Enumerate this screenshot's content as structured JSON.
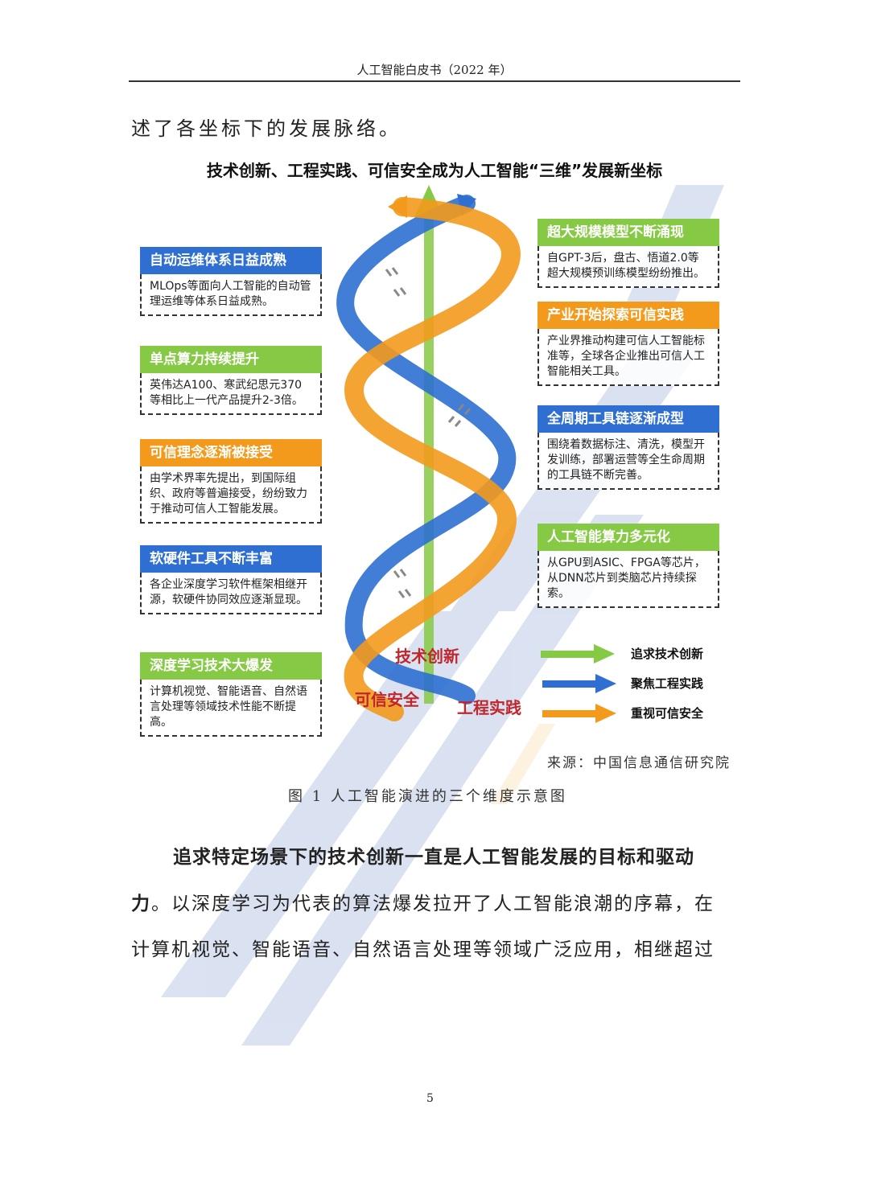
{
  "page": {
    "header_title": "人工智能白皮书（2022 年）",
    "lead_text": "述了各坐标下的发展脉络。",
    "page_number": "5"
  },
  "figure": {
    "title": "技术创新、工程实践、可信安全成为人工智能“三维”发展新坐标",
    "left_cards": [
      {
        "title": "自动运维体系日益成熟",
        "color": "blue",
        "body": "MLOps等面向人工智能的自动管理运维等体系日益成熟。"
      },
      {
        "title": "单点算力持续提升",
        "color": "green",
        "body": "英伟达A100、寒武纪思元370等相比上一代产品提升2-3倍。"
      },
      {
        "title": "可信理念逐渐被接受",
        "color": "orange",
        "body": "由学术界率先提出，到国际组织、政府等普遍接受，纷纷致力于推动可信人工智能发展。"
      },
      {
        "title": "软硬件工具不断丰富",
        "color": "blue",
        "body": "各企业深度学习软件框架相继开源，软硬件协同效应逐渐显现。"
      },
      {
        "title": "深度学习技术大爆发",
        "color": "green",
        "body": "计算机视觉、智能语音、自然语言处理等领域技术性能不断提高。"
      }
    ],
    "right_cards": [
      {
        "title": "超大规模模型不断涌现",
        "color": "green",
        "body": "自GPT-3后，盘古、悟道2.0等超大规模预训练模型纷纷推出。"
      },
      {
        "title": "产业开始探索可信实践",
        "color": "orange",
        "body": "产业界推动构建可信人工智能标准等，全球各企业推出可信人工智能相关工具。"
      },
      {
        "title": "全周期工具链逐渐成型",
        "color": "blue",
        "body": "围绕着数据标注、清洗，模型开发训练，部署运营等全生命周期的工具链不断完善。"
      },
      {
        "title": "人工智能算力多元化",
        "color": "green",
        "body": "从GPU到ASIC、FPGA等芯片，从DNN芯片到类脑芯片持续探索。"
      }
    ],
    "axis_labels": {
      "tech": "技术创新",
      "trust": "可信安全",
      "engineering": "工程实践"
    },
    "legend": [
      {
        "label": "追求技术创新",
        "color": "#86c944"
      },
      {
        "label": "聚焦工程实践",
        "color": "#2e6fd1"
      },
      {
        "label": "重视可信安全",
        "color": "#f39a1c"
      }
    ],
    "source": "来源：中国信息通信研究院",
    "caption": "图 1 人工智能演进的三个维度示意图"
  },
  "body": {
    "para_bold": "追求特定场景下的技术创新一直是人工智能发展的目标和驱动力",
    "para_line1": "追求特定场景下的技术创新一直是人工智能发展的目标和驱动",
    "para_line2_bold": "力",
    "para_line2_rest": "。以深度学习为代表的算法爆发拉开了人工智能浪潮的序幕，在",
    "para_line3": "计算机视觉、智能语音、自然语言处理等领域广泛应用，相继超过"
  },
  "colors": {
    "blue": "#2e6fd1",
    "green": "#86c944",
    "orange": "#f39a1c",
    "axis_label_red": "#c0272d"
  }
}
